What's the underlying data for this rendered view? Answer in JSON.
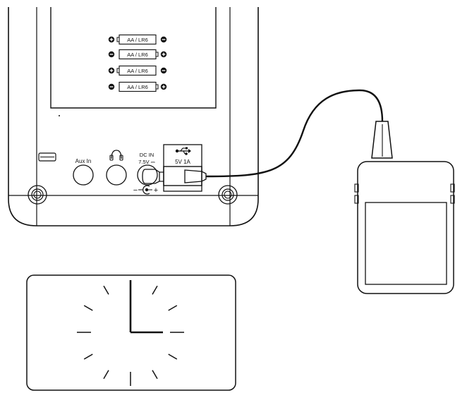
{
  "batteries": [
    {
      "label": "AA / LR6",
      "left": "+",
      "right": "-"
    },
    {
      "label": "AA / LR6",
      "left": "-",
      "right": "+"
    },
    {
      "label": "AA / LR6",
      "left": "+",
      "right": "-"
    },
    {
      "label": "AA / LR6",
      "left": "-",
      "right": "+"
    }
  ],
  "ports": {
    "aux_label": "Aux In",
    "dc_label_1": "DC IN",
    "dc_label_2": "7.5V ⎓",
    "dc_minus": "−",
    "dc_plus": "+",
    "usb_label": "5V  1A"
  },
  "icons": [
    "usb-icon",
    "headphone-icon",
    "dc-polarity-icon",
    "clock-icon"
  ],
  "clock": {
    "hour": 3,
    "minute": 0
  }
}
